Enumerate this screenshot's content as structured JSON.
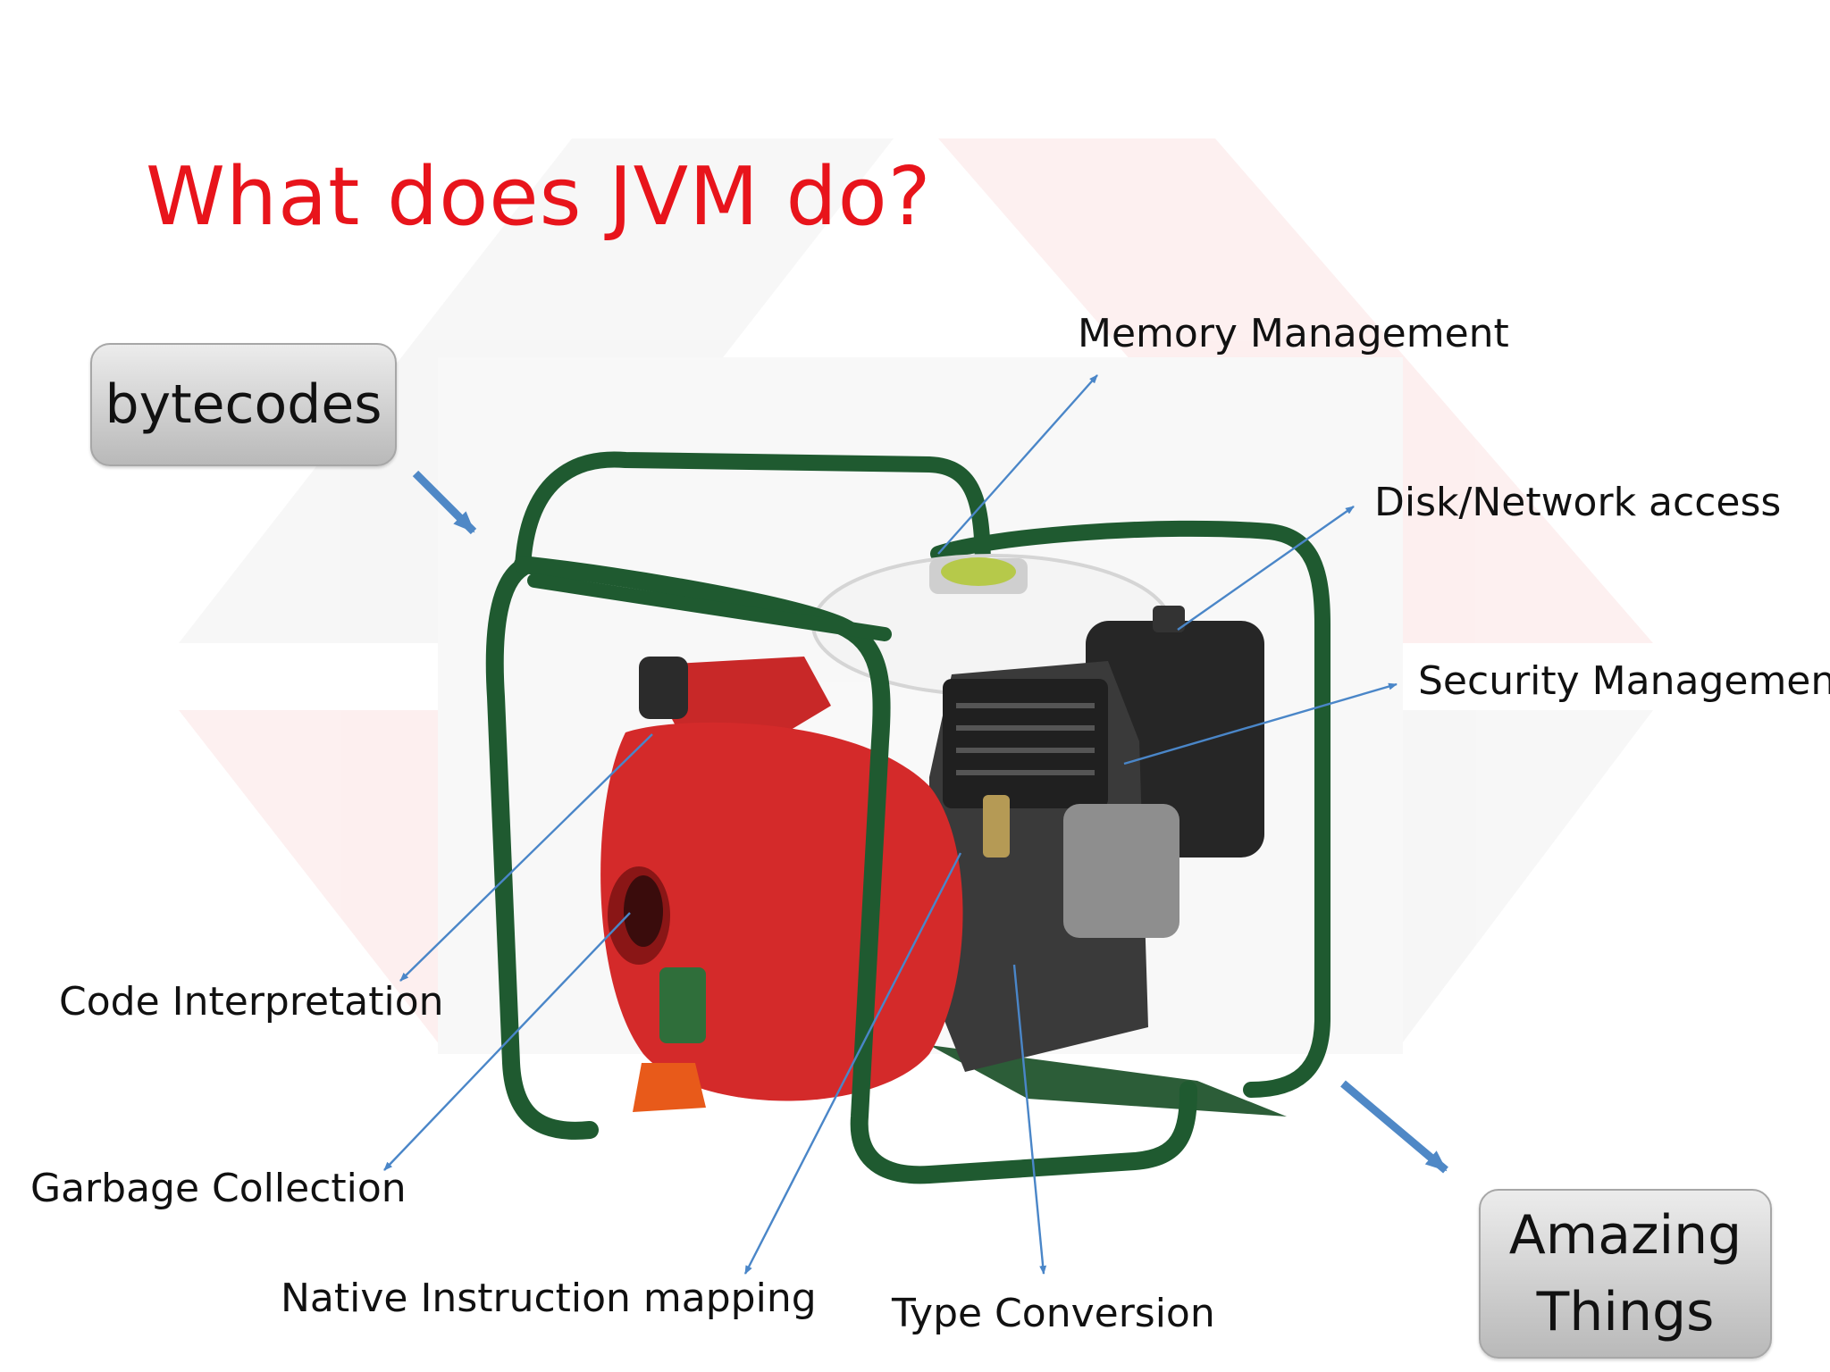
{
  "slide": {
    "title": "What does JVM do?",
    "input_box": "bytecodes",
    "output_box": {
      "line1": "Amazing",
      "line2": "Things"
    },
    "labels": {
      "memory": "Memory Management",
      "disk": "Disk/Network access",
      "security": "Security Management",
      "code": "Code Interpretation",
      "gc": "Garbage Collection",
      "native": "Native Instruction mapping",
      "type": "Type Conversion"
    }
  },
  "colors": {
    "title": "#e8141b",
    "pointer_line": "#4a86c8",
    "flow_arrow": "#4f88c6",
    "frame": "#1f5a30",
    "pump_body": "#d42a2a",
    "engine": "#2d2d2d"
  },
  "icons": [
    "water-pump-illustration",
    "flow-arrow-icon",
    "pointer-arrow-icon"
  ]
}
